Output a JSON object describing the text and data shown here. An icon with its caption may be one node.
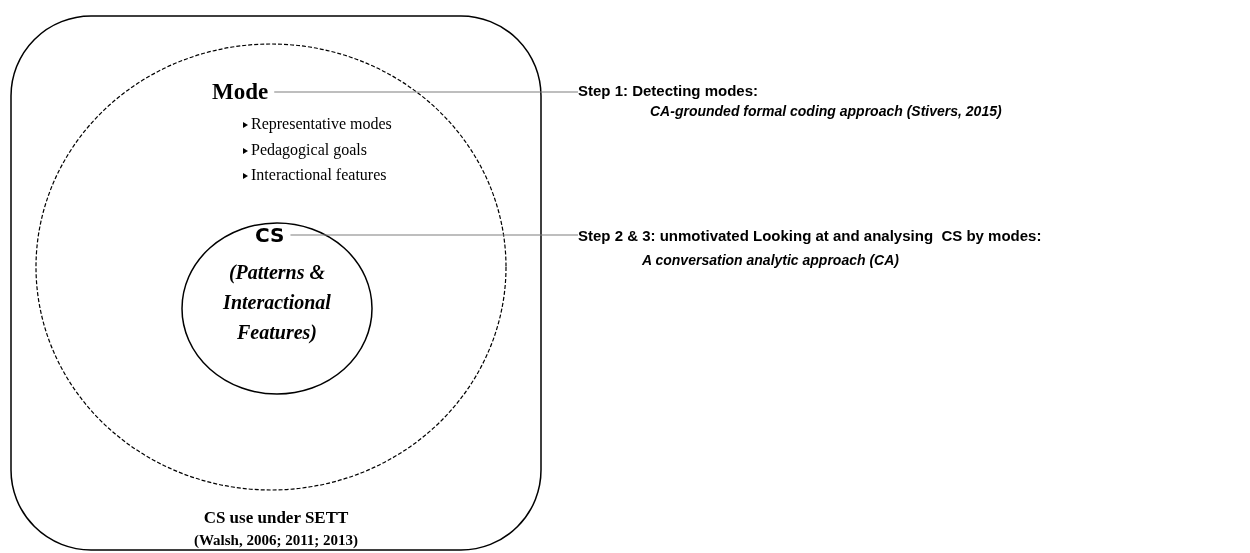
{
  "diagram": {
    "nodes": [
      {
        "text": [
          "CS use under SETT",
          "(Walsh, 2006; 2011; 2013)"
        ]
      },
      {
        "text": [
          "Mode",
          "Representative modes",
          "Pedagogical goals",
          "Interactional features"
        ],
        "in": 0
      },
      {
        "text": [
          "CS",
          "(Patterns & Interactional Features)"
        ],
        "in": 1
      },
      {
        "text": [
          "Step 1: Detecting modes:",
          "CA-grounded formal coding approach (Stivers, 2015)"
        ]
      },
      {
        "text": [
          "Step 2 & 3: unmotivated Looking at and analysing  CS by modes:",
          "A conversation analytic approach (CA)"
        ]
      }
    ],
    "edges": [
      {
        "from": 1,
        "to": 3,
        "arrow": "none"
      },
      {
        "from": 2,
        "to": 4,
        "arrow": "none"
      }
    ]
  }
}
